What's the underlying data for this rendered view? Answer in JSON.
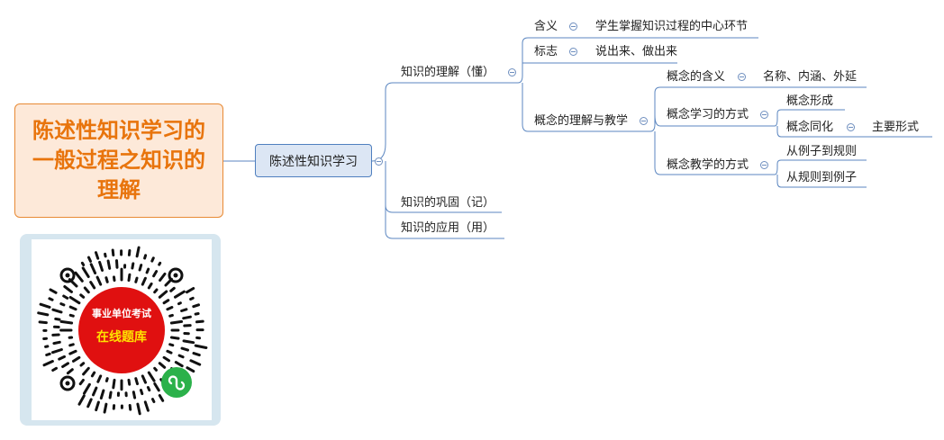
{
  "title": "陈述性知识学习的一般过程之知识的理解",
  "central": "陈述性知识学习",
  "nodes": {
    "understanding": "知识的理解（懂）",
    "consolidation": "知识的巩固（记）",
    "application": "知识的应用（用）",
    "meaning": "含义",
    "meaning_detail": "学生掌握知识过程的中心环节",
    "sign": "标志",
    "sign_detail": "说出来、做出来",
    "concept_teaching": "概念的理解与教学",
    "concept_meaning": "概念的含义",
    "concept_meaning_detail": "名称、内涵、外延",
    "concept_learning": "概念学习的方式",
    "concept_formation": "概念形成",
    "concept_assimilation": "概念同化",
    "main_form": "主要形式",
    "concept_teaching_way": "概念教学的方式",
    "example_to_rule": "从例子到规则",
    "rule_to_example": "从规则到例子"
  },
  "qr": {
    "badge_top": "事业单位考试",
    "badge_bottom": "在线题库"
  },
  "colors": {
    "title_text": "#e8740c",
    "title_fill": "#fde9d9",
    "title_border": "#e88a34",
    "central_fill": "#dce6f4",
    "central_border": "#4f7fbf",
    "edge": "#5b86c0",
    "qr_frame": "#d6e6ef",
    "qr_badge": "#e01010",
    "qr_badge_text": "#ffe100",
    "wechat_green": "#2bb14a"
  }
}
